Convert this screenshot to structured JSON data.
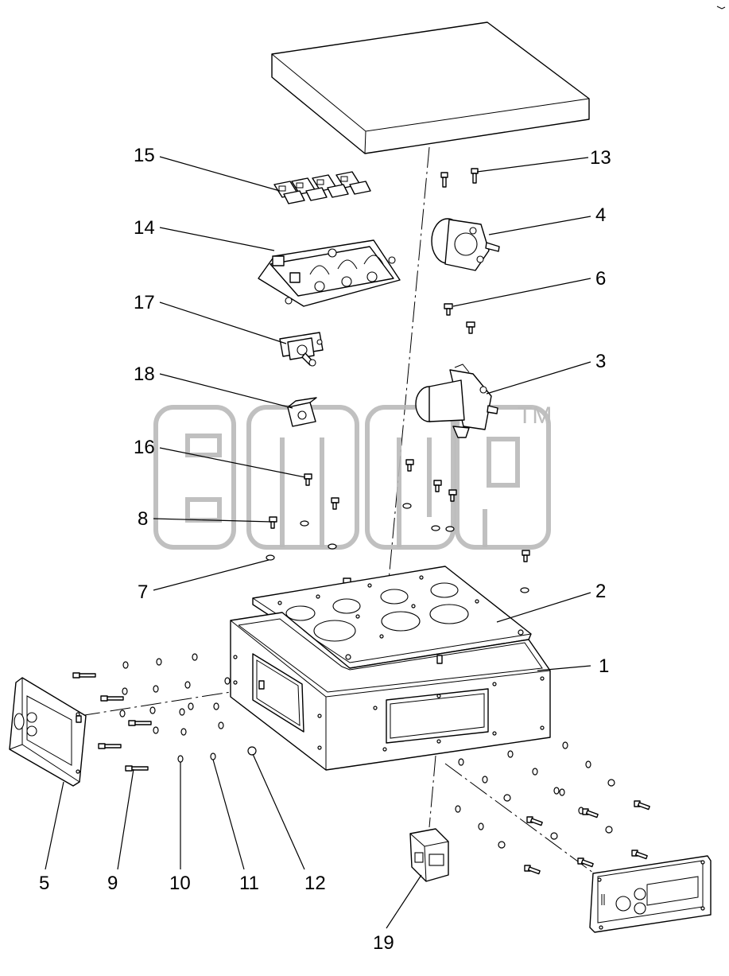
{
  "diagram": {
    "type": "exploded-assembly",
    "callouts": [
      {
        "id": "c1",
        "number": "1"
      },
      {
        "id": "c2",
        "number": "2"
      },
      {
        "id": "c3",
        "number": "3"
      },
      {
        "id": "c4",
        "number": "4"
      },
      {
        "id": "c5",
        "number": "5"
      },
      {
        "id": "c6",
        "number": "6"
      },
      {
        "id": "c7",
        "number": "7"
      },
      {
        "id": "c8",
        "number": "8"
      },
      {
        "id": "c9",
        "number": "9"
      },
      {
        "id": "c10",
        "number": "10"
      },
      {
        "id": "c11",
        "number": "11"
      },
      {
        "id": "c12",
        "number": "12"
      },
      {
        "id": "c13",
        "number": "13"
      },
      {
        "id": "c14",
        "number": "14"
      },
      {
        "id": "c15",
        "number": "15"
      },
      {
        "id": "c16",
        "number": "16"
      },
      {
        "id": "c17",
        "number": "17"
      },
      {
        "id": "c18",
        "number": "18"
      },
      {
        "id": "c19",
        "number": "19"
      }
    ]
  },
  "watermark": {
    "trademark": "TM",
    "color": "#b9b9b9"
  }
}
